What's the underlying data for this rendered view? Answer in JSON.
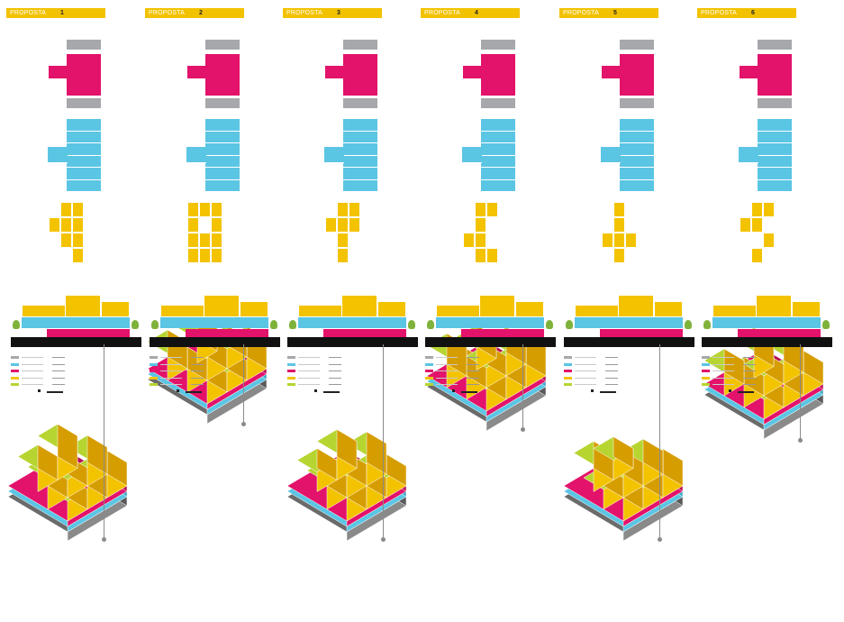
{
  "header": {
    "label": "PROPOSTA"
  },
  "proposals": [
    {
      "num": "1"
    },
    {
      "num": "2"
    },
    {
      "num": "3"
    },
    {
      "num": "4"
    },
    {
      "num": "5"
    },
    {
      "num": "6"
    }
  ],
  "colors": {
    "yellow": "#f3c300",
    "pink": "#e3126a",
    "cyan": "#5bc5e4",
    "gray": "#a6a8ab",
    "green": "#b6d531",
    "dark": "#111111"
  },
  "icons": {
    "tree": "tree-icon"
  }
}
